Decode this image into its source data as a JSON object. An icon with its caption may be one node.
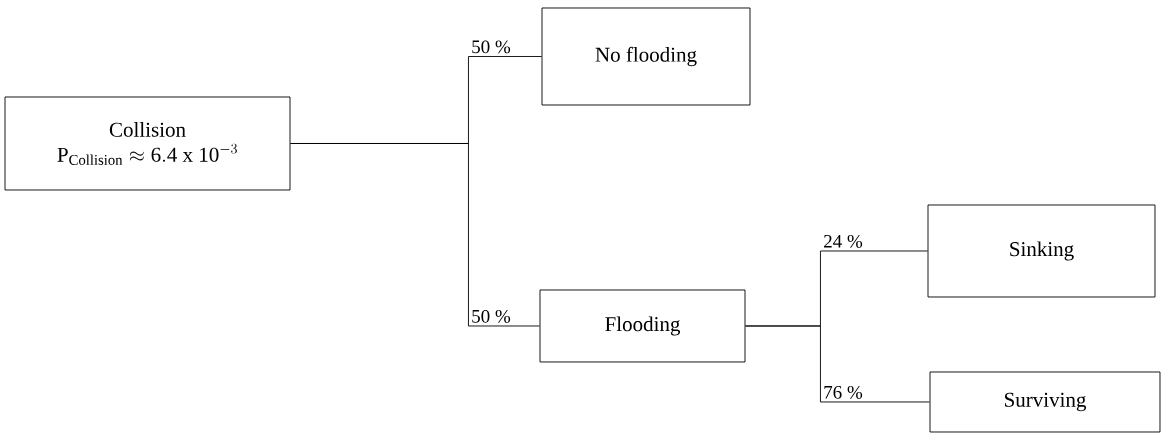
{
  "diagram": {
    "nodes": [
      {
        "text": [
          "Collision",
          "\\mathrm{P}_{\\mathrm{Collision}} \\approx \\mathrm{6.4\\ x\\ 10}^{-3}"
        ]
      },
      {
        "text": [
          "No flooding"
        ]
      },
      {
        "text": [
          "Flooding"
        ]
      },
      {
        "text": [
          "Sinking"
        ]
      },
      {
        "text": [
          "Surviving"
        ]
      }
    ],
    "edges": [
      {
        "from": 0,
        "to": 1,
        "arrow": "none",
        "label": "50 %"
      },
      {
        "from": 0,
        "to": 2,
        "arrow": "none",
        "label": "50 %"
      },
      {
        "from": 2,
        "to": 3,
        "arrow": "none",
        "label": "24 %"
      },
      {
        "from": 2,
        "to": 4,
        "arrow": "none",
        "label": "76 %"
      }
    ]
  }
}
